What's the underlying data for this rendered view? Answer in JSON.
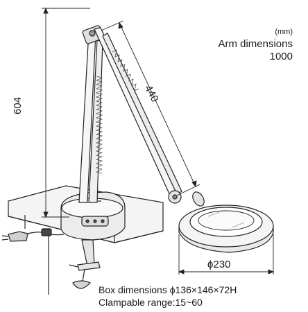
{
  "unit_label": "(mm)",
  "arm_dimensions": {
    "label": "Arm dimensions",
    "value": "1000"
  },
  "dimensions": {
    "height": "604",
    "arm_length": "440",
    "lens_diameter": "ϕ230"
  },
  "box_dimensions": "Box dimensions ϕ136×146×72H",
  "clampable_range": "Clampable range:15~60"
}
